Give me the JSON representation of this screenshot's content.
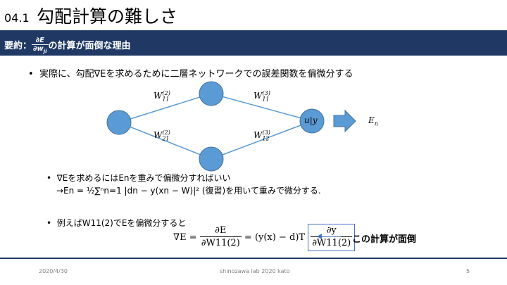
{
  "title": {
    "number": "04.1",
    "text": "勾配計算の難しさ"
  },
  "banner": {
    "label": "要約：",
    "frac_num": "∂E",
    "frac_den": "∂w",
    "frac_den_sub": "ji",
    "rest": "の計算が面倒な理由"
  },
  "bullet1": "実際に、勾配∇Eを求めるために二層ネットワークでの誤差関数を偏微分する",
  "diagram": {
    "w11_top": "W",
    "w11_top_sub": "11",
    "w11_top_sup": "(2)",
    "w11_right": "W",
    "w11_right_sub": "11",
    "w11_right_sup": "(3)",
    "w21": "W",
    "w21_sub": "21",
    "w21_sup": "(2)",
    "w12": "W",
    "w12_sub": "12",
    "w12_sup": "(3)",
    "output_node": "u|y",
    "en": "E",
    "en_sub": "n",
    "node_color": "#5b9bd5",
    "node_border": "#41719c"
  },
  "bullet2": {
    "line1": "∇Eを求めるにはEnを重みで偏微分すればいい",
    "line2": "→En = ½∑ⁿn=1 |dn − y(xn − W)|² (復習)を用いて重みで微分する."
  },
  "bullet3": "例えばW11(2)でEを偏微分すると",
  "equation": {
    "lhs": "∇E =",
    "f1_num": "∂E",
    "f1_den": "∂W11(2)",
    "mid": "= (y(x) − d)T",
    "f2_num": "∂y",
    "f2_den": "∂W11(2)"
  },
  "callout": "この計算が面倒",
  "footer": {
    "date": "2020/4/30",
    "center": "shinozawa lab 2020 kato",
    "page": "5"
  },
  "colors": {
    "banner": "#203864",
    "accent": "#4472c4"
  }
}
